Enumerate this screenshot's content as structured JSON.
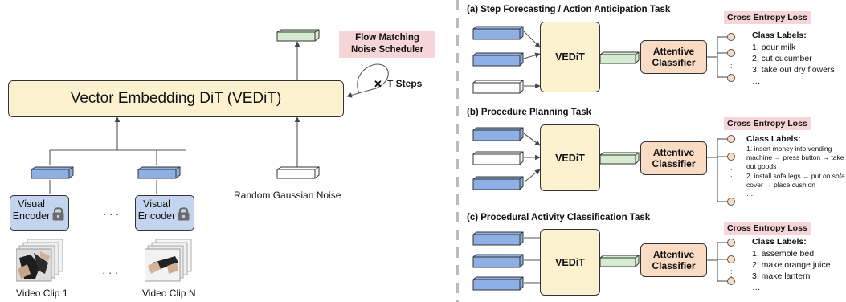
{
  "left": {
    "main_model": "Vector Embedding DiT (VEDiT)",
    "scheduler": "Flow Matching\nNoise Scheduler",
    "steps": "T Steps",
    "steps_symbol": "✕",
    "noise_label": "Random Gaussian Noise",
    "encoder_label": "Visual\nEncoder",
    "ellipsis": "· · ·",
    "clip_first": "Video Clip 1",
    "clip_last": "Video Clip N"
  },
  "colors": {
    "vedit": "#fdf2d0",
    "embedding_blue": "#8fb0e4",
    "embedding_green": "#d6ecd0",
    "embedding_white": "#ffffff",
    "attentive": "#fadcc5",
    "loss_highlight": "#f6d5d8",
    "encoder": "#c3d4ee"
  },
  "tasks": [
    {
      "title": "(a) Step Forecasting / Action Anticipation Task",
      "model": "VEDiT",
      "classifier": "Attentive\nClassifier",
      "loss": "Cross Entropy Loss",
      "labels_title": "Class Labels:",
      "labels": [
        "1. pour milk",
        "2. cut cucumber",
        "3. take out dry flowers",
        "…"
      ]
    },
    {
      "title": "(b) Procedure Planning Task",
      "model": "VEDiT",
      "classifier": "Attentive\nClassifier",
      "loss": "Cross Entropy Loss",
      "labels_title": "Class Labels:",
      "labels": [
        "1. insert money into vending machine → press button → take out goods",
        "2. install sofa legs → put on sofa cover → place cushion",
        "…"
      ]
    },
    {
      "title": "(c) Procedural Activity Classification Task",
      "model": "VEDiT",
      "classifier": "Attentive\nClassifier",
      "loss": "Cross Entropy Loss",
      "labels_title": "Class Labels:",
      "labels": [
        "1. assemble bed",
        "2. make orange juice",
        "3. make lantern",
        "…"
      ]
    }
  ]
}
